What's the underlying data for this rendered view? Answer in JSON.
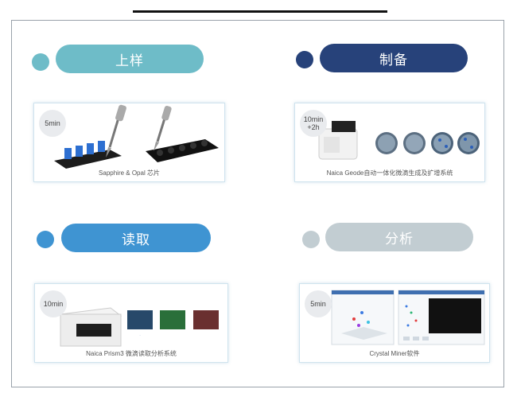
{
  "colors": {
    "teal": "#6ebcc8",
    "navy": "#27427a",
    "blue": "#3f94d2",
    "gray": "#c2cdd2"
  },
  "steps": [
    {
      "title": "上样",
      "badge": "5min",
      "caption": "Sapphire & Opal 芯片"
    },
    {
      "title": "制备",
      "badge": "10min\n+2h",
      "caption": "Naica Geode自动一体化微滴生成及扩增系统"
    },
    {
      "title": "读取",
      "badge": "10min",
      "caption": "Naica Prism3 微滴读取分析系统"
    },
    {
      "title": "分析",
      "badge": "5min",
      "caption": "Crystal Miner软件"
    }
  ]
}
